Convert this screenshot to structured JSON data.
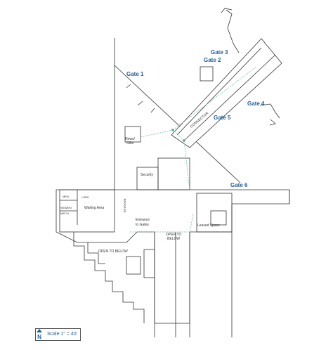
{
  "map": {
    "gates": {
      "gate1": "Gate 1",
      "gate2": "Gate 2",
      "gate3": "Gate 3",
      "gate4": "Gate 4",
      "gate5": "Gate 5",
      "gate6": "Gate 6"
    },
    "rooms": {
      "connector": "CONNECTOR",
      "news": "News/",
      "gifts": "Gifts",
      "security": "Security",
      "baggage": "BAGGAGE",
      "men": "MEN",
      "women": "WOMEN",
      "mech": "MECH",
      "ujra": "UJRA",
      "waiting_area": "Waiting Area",
      "entrance_line1": "Entrance",
      "entrance_line2": "to Gates",
      "open_below_1a": "OPEN TO",
      "open_below_1b": "BELOW",
      "open_below_2": "OPEN TO BELOW",
      "leased_space": "Leased Space"
    },
    "legend": {
      "north_letter": "N",
      "scale_text": "Scale 1\" = 40'"
    },
    "colors": {
      "gate_label": "#1f5f9a",
      "wall": "#333333",
      "route": "#6fb3a8"
    }
  }
}
